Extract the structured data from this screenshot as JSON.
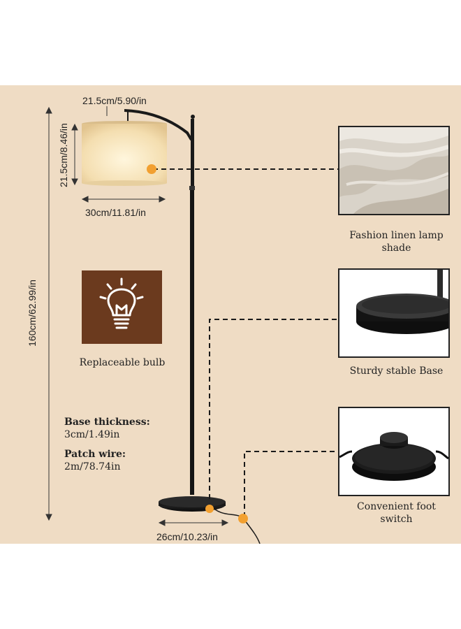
{
  "dimensions": {
    "shade_top": "21.5cm/5.90/in",
    "shade_height": "21.5cm/8.46/in",
    "shade_width": "30cm/11.81/in",
    "total_height": "160cm/62.99/in",
    "base_width": "26cm/10.23/in"
  },
  "features": {
    "bulb_caption": "Replaceable bulb",
    "shade_caption": "Fashion linen lamp shade",
    "base_caption": "Sturdy stable Base",
    "switch_caption": "Convenient foot switch"
  },
  "specs": {
    "base_thickness_label": "Base thickness:",
    "base_thickness_value": "3cm/1.49in",
    "patch_wire_label": "Patch wire:",
    "patch_wire_value": "2m/78.74in"
  },
  "colors": {
    "panel_background": "#efdcc4",
    "icon_background": "#6b3a1e",
    "accent_dot": "#f2a030",
    "lamp_metal": "#1a1a1a",
    "shade_fabric": "#f3dfb4"
  },
  "icons": [
    "light-bulb-icon"
  ]
}
